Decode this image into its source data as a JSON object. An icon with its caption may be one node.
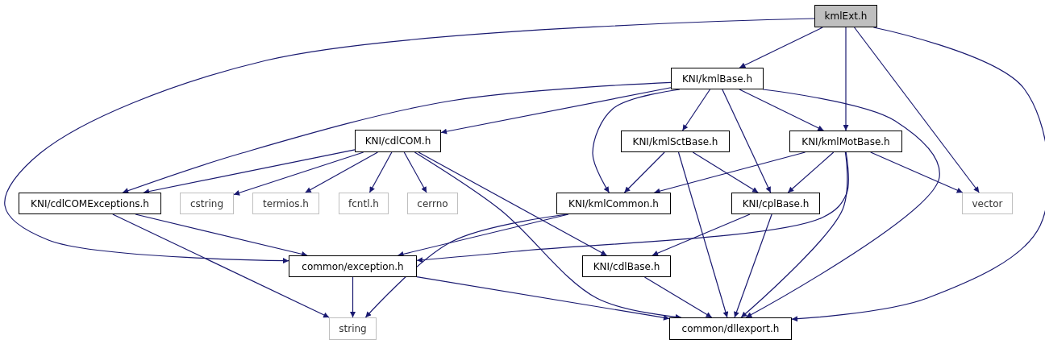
{
  "diagram": {
    "nodes": [
      {
        "text": [
          "kmlExt.h"
        ]
      },
      {
        "text": [
          "KNI/kmlBase.h"
        ]
      },
      {
        "text": [
          "KNI/cdlCOM.h"
        ]
      },
      {
        "text": [
          "KNI/kmlSctBase.h"
        ]
      },
      {
        "text": [
          "KNI/kmlMotBase.h"
        ]
      },
      {
        "text": [
          "KNI/cdlCOMExceptions.h"
        ]
      },
      {
        "text": [
          "cstring"
        ]
      },
      {
        "text": [
          "termios.h"
        ]
      },
      {
        "text": [
          "fcntl.h"
        ]
      },
      {
        "text": [
          "cerrno"
        ]
      },
      {
        "text": [
          "KNI/kmlCommon.h"
        ]
      },
      {
        "text": [
          "KNI/cplBase.h"
        ]
      },
      {
        "text": [
          "vector"
        ]
      },
      {
        "text": [
          "common/exception.h"
        ]
      },
      {
        "text": [
          "KNI/cdlBase.h"
        ]
      },
      {
        "text": [
          "string"
        ]
      },
      {
        "text": [
          "common/dllexport.h"
        ]
      }
    ],
    "edges": [
      {
        "from": 0,
        "to": 1,
        "arrow": "to"
      },
      {
        "from": 0,
        "to": 13,
        "arrow": "to"
      },
      {
        "from": 0,
        "to": 4,
        "arrow": "to"
      },
      {
        "from": 0,
        "to": 12,
        "arrow": "to"
      },
      {
        "from": 0,
        "to": 16,
        "arrow": "to"
      },
      {
        "from": 1,
        "to": 5,
        "arrow": "to"
      },
      {
        "from": 1,
        "to": 2,
        "arrow": "to"
      },
      {
        "from": 1,
        "to": 10,
        "arrow": "to"
      },
      {
        "from": 1,
        "to": 3,
        "arrow": "to"
      },
      {
        "from": 1,
        "to": 11,
        "arrow": "to"
      },
      {
        "from": 1,
        "to": 4,
        "arrow": "to"
      },
      {
        "from": 1,
        "to": 16,
        "arrow": "to"
      },
      {
        "from": 2,
        "to": 5,
        "arrow": "to"
      },
      {
        "from": 2,
        "to": 6,
        "arrow": "to"
      },
      {
        "from": 2,
        "to": 7,
        "arrow": "to"
      },
      {
        "from": 2,
        "to": 8,
        "arrow": "to"
      },
      {
        "from": 2,
        "to": 9,
        "arrow": "to"
      },
      {
        "from": 2,
        "to": 14,
        "arrow": "to"
      },
      {
        "from": 2,
        "to": 16,
        "arrow": "to"
      },
      {
        "from": 3,
        "to": 10,
        "arrow": "to"
      },
      {
        "from": 3,
        "to": 11,
        "arrow": "to"
      },
      {
        "from": 3,
        "to": 16,
        "arrow": "to"
      },
      {
        "from": 4,
        "to": 10,
        "arrow": "to"
      },
      {
        "from": 4,
        "to": 11,
        "arrow": "to"
      },
      {
        "from": 4,
        "to": 12,
        "arrow": "to"
      },
      {
        "from": 4,
        "to": 13,
        "arrow": "to"
      },
      {
        "from": 4,
        "to": 16,
        "arrow": "to"
      },
      {
        "from": 5,
        "to": 13,
        "arrow": "to"
      },
      {
        "from": 5,
        "to": 15,
        "arrow": "to"
      },
      {
        "from": 10,
        "to": 13,
        "arrow": "to"
      },
      {
        "from": 10,
        "to": 15,
        "arrow": "to"
      },
      {
        "from": 11,
        "to": 14,
        "arrow": "to"
      },
      {
        "from": 11,
        "to": 16,
        "arrow": "to"
      },
      {
        "from": 13,
        "to": 15,
        "arrow": "to"
      },
      {
        "from": 13,
        "to": 16,
        "arrow": "to"
      },
      {
        "from": 14,
        "to": 16,
        "arrow": "to"
      }
    ]
  }
}
